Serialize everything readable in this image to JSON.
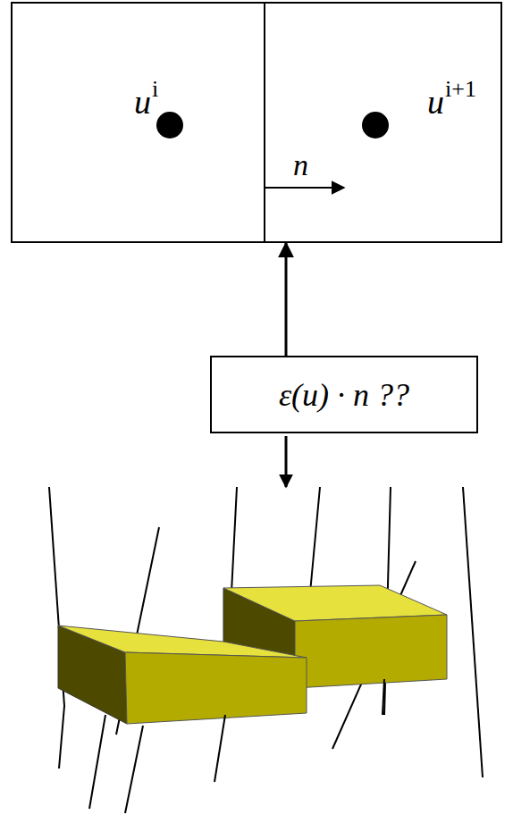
{
  "diagram": {
    "nodes": [
      {
        "text": [
          "u",
          "i"
        ]
      },
      {
        "text": [
          "u",
          "i+1"
        ]
      },
      {
        "text": [
          "ε(u) · n ??"
        ]
      }
    ],
    "edges": [
      {
        "from": 2,
        "to": 1,
        "arrow": "to"
      }
    ],
    "labels": [
      "n"
    ]
  }
}
